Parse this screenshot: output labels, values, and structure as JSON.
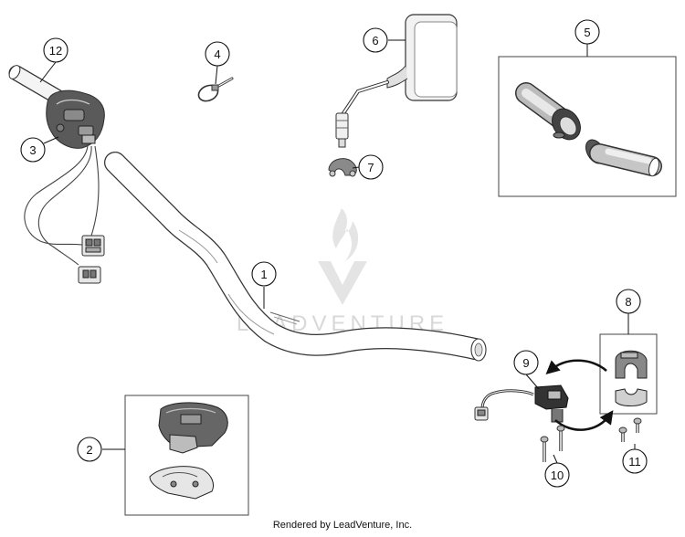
{
  "callouts": [
    "1",
    "2",
    "3",
    "4",
    "5",
    "6",
    "7",
    "8",
    "9",
    "10",
    "11",
    "12"
  ],
  "watermark": "LEADVENTURE",
  "credit": "Rendered by LeadVenture, Inc.",
  "icons": {
    "watermark_logo": "flame-v-logo-icon",
    "rotation_arrows": "swap-arrows-icon"
  },
  "colors": {
    "line": "#333333",
    "part_fill_light": "#eeeeee",
    "part_fill_mid": "#c9c9c9",
    "part_fill_dark": "#555555",
    "watermark": "#d8d8d8"
  }
}
